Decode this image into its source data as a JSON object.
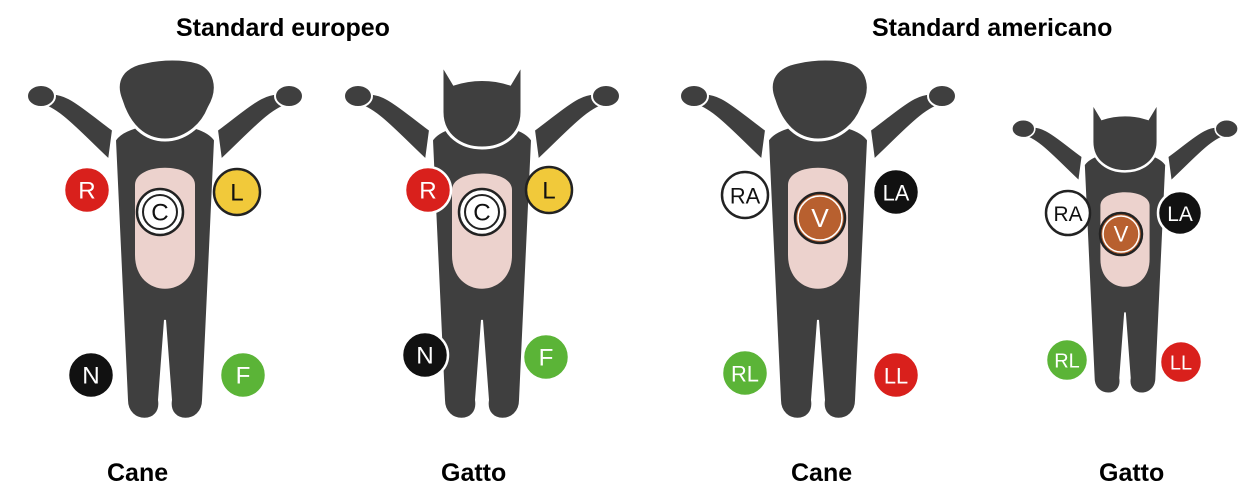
{
  "sections": {
    "european": "Standard europeo",
    "american": "Standard americano"
  },
  "animals": {
    "dog": "Cane",
    "cat": "Gatto"
  },
  "electrodes": {
    "european": {
      "right_arm": {
        "label": "R",
        "color": "#d9201c"
      },
      "left_arm": {
        "label": "L",
        "color": "#f1c93a"
      },
      "chest": {
        "label": "C",
        "color": "#ffffff"
      },
      "right_leg": {
        "label": "N",
        "color": "#111111"
      },
      "left_leg": {
        "label": "F",
        "color": "#5bb437"
      }
    },
    "american": {
      "right_arm": {
        "label": "RA",
        "color": "#ffffff"
      },
      "left_arm": {
        "label": "LA",
        "color": "#111111"
      },
      "chest": {
        "label": "V",
        "color": "#b8602f"
      },
      "right_leg": {
        "label": "RL",
        "color": "#5bb437"
      },
      "left_leg": {
        "label": "LL",
        "color": "#d9201c"
      }
    }
  },
  "colors": {
    "body": "#3f3f3f",
    "chest_area": "#ecd2cd",
    "outline": "#ffffff"
  }
}
